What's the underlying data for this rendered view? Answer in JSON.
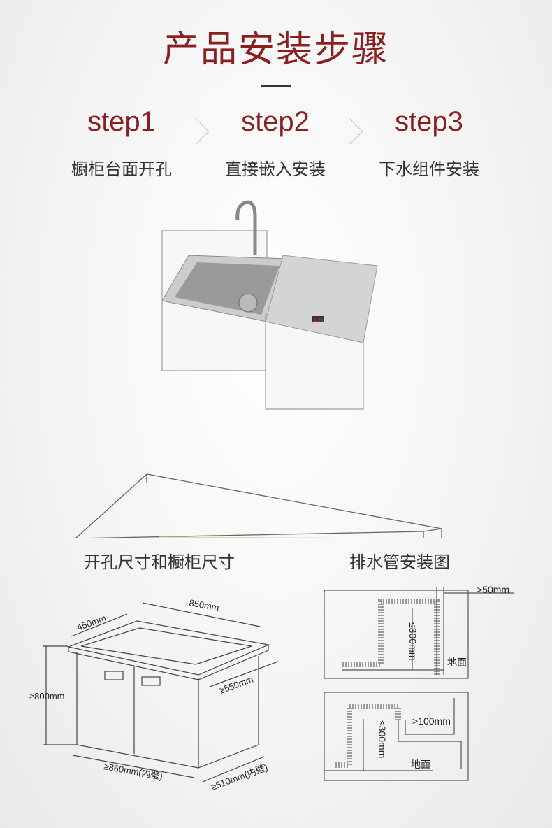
{
  "title": "产品安装步骤",
  "steps": [
    {
      "label": "step1",
      "desc": "橱柜台面开孔"
    },
    {
      "label": "step2",
      "desc": "直接嵌入安装"
    },
    {
      "label": "step3",
      "desc": "下水组件安装"
    }
  ],
  "product_display": "1:25",
  "sections": {
    "cabinet": "开孔尺寸和橱柜尺寸",
    "drain": "排水管安装图"
  },
  "cabinet_dims": {
    "depth": "450mm",
    "width": "850mm",
    "height": "≥800mm",
    "side": "≥550mm",
    "inner_width": "≥860mm(内壁)",
    "inner_depth": "≥510mm(内壁)"
  },
  "drain_dims": {
    "gap": ">50mm",
    "height1": "≤300mm",
    "floor1": "地面",
    "rise": ">100mm",
    "height2": "≤300mm",
    "floor2": "地面"
  },
  "colors": {
    "accent": "#8b1f1f"
  }
}
